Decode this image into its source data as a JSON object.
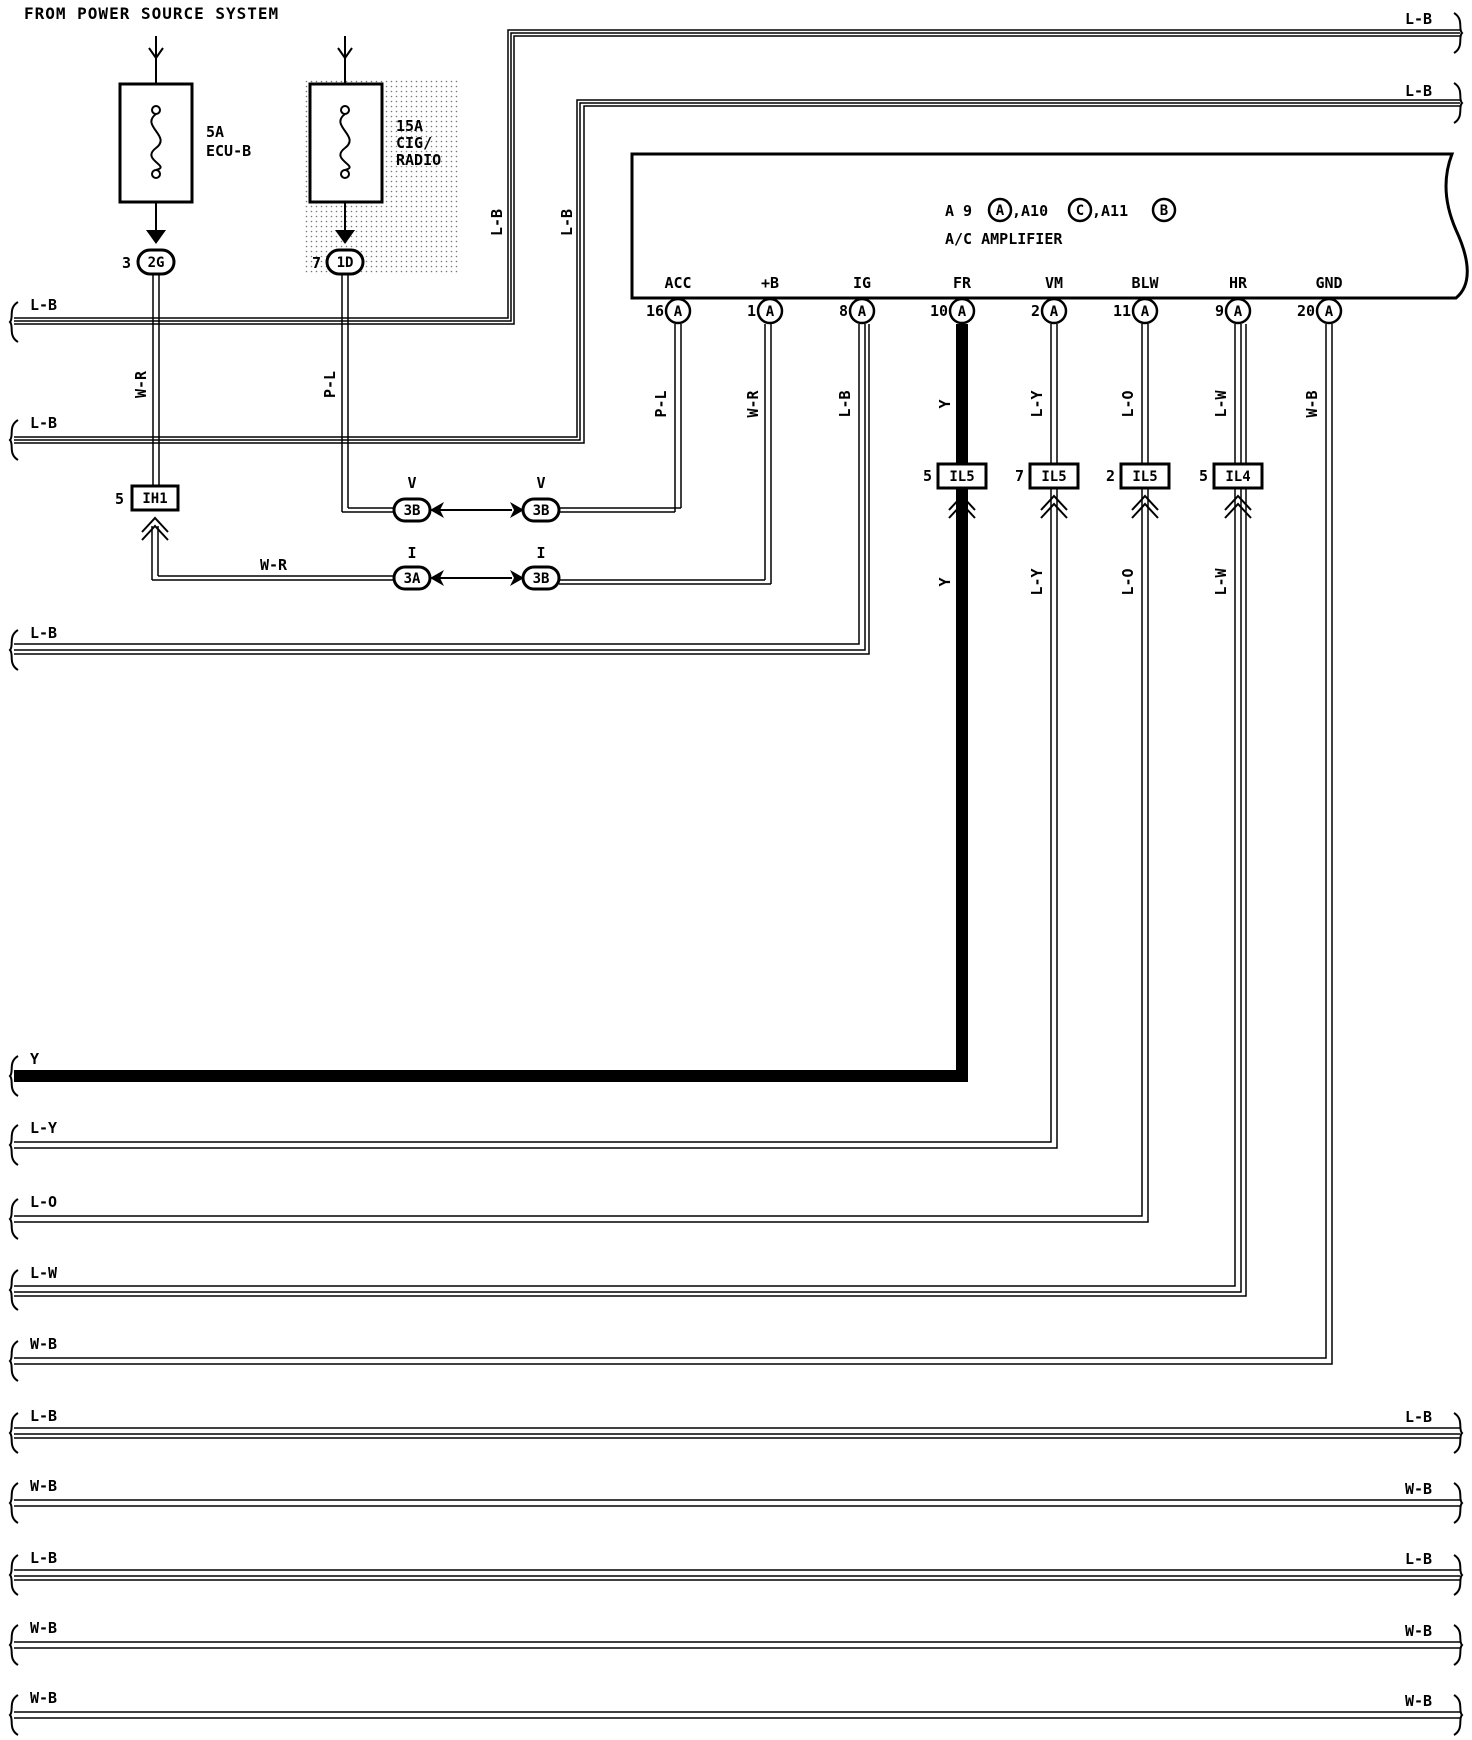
{
  "header": {
    "source_label": "FROM POWER SOURCE SYSTEM"
  },
  "fuses": [
    {
      "amp": "5A",
      "name": "ECU-B",
      "name2": ""
    },
    {
      "amp": "15A",
      "name": "CIG/",
      "name2": "RADIO"
    }
  ],
  "fuse_connectors": [
    {
      "pin": "3",
      "code": "2G"
    },
    {
      "pin": "7",
      "code": "1D"
    }
  ],
  "amplifier": {
    "connector_line_prefix": "A 9",
    "connector_line_sep1": ",A10",
    "connector_line_sep2": ",A11",
    "connector_a": "A",
    "connector_c": "C",
    "connector_b": "B",
    "name": "A/C AMPLIFIER",
    "terminals": [
      {
        "name": "ACC",
        "pin": "16",
        "conn": "A",
        "wire": "P-L"
      },
      {
        "name": "+B",
        "pin": "1",
        "conn": "A",
        "wire": "W-R"
      },
      {
        "name": "IG",
        "pin": "8",
        "conn": "A",
        "wire": "L-B"
      },
      {
        "name": "FR",
        "pin": "10",
        "conn": "A",
        "wire": "Y"
      },
      {
        "name": "VM",
        "pin": "2",
        "conn": "A",
        "wire": "L-Y"
      },
      {
        "name": "BLW",
        "pin": "11",
        "conn": "A",
        "wire": "L-O"
      },
      {
        "name": "HR",
        "pin": "9",
        "conn": "A",
        "wire": "L-W"
      },
      {
        "name": "GND",
        "pin": "20",
        "conn": "A",
        "wire": "W-B"
      }
    ]
  },
  "junctions": [
    {
      "pin": "5",
      "code": "IL5",
      "wire_below": "Y"
    },
    {
      "pin": "7",
      "code": "IL5",
      "wire_below": "L-Y"
    },
    {
      "pin": "2",
      "code": "IL5",
      "wire_below": "L-O"
    },
    {
      "pin": "5",
      "code": "IL4",
      "wire_below": "L-W"
    }
  ],
  "ih_connector": {
    "pin": "5",
    "code": "IH1"
  },
  "wire_labels": {
    "w_r": "W-R",
    "p_l": "P-L",
    "l_b": "L-B",
    "v": "V",
    "i": "I"
  },
  "splices": {
    "v_left": "3B",
    "v_right": "3B",
    "i_left": "3A",
    "i_right": "3B"
  },
  "left_wires": [
    "L-B",
    "L-B",
    "L-B",
    "Y",
    "L-Y",
    "L-O",
    "L-W",
    "W-B",
    "L-B",
    "W-B",
    "L-B",
    "W-B",
    "W-B"
  ],
  "right_wires": [
    "L-B",
    "L-B",
    "L-B",
    "W-B",
    "L-B",
    "W-B",
    "W-B"
  ]
}
